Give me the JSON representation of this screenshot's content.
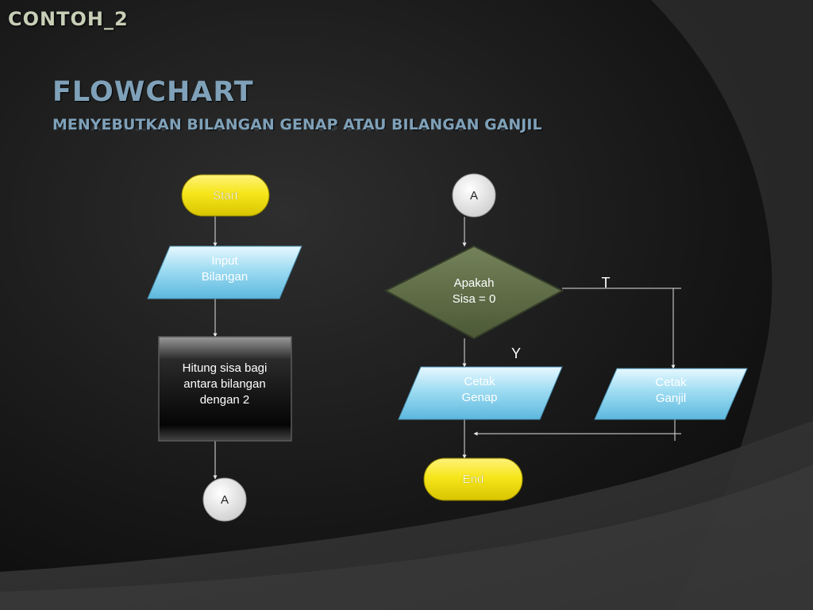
{
  "slide": {
    "corner_label": "CONTOH_2",
    "title": "FLOWCHART",
    "subtitle": "MENYEBUTKAN BILANGAN GENAP ATAU BILANGAN GANJIL"
  },
  "flowchart": {
    "start": "Start",
    "input": [
      "Input",
      "Bilangan"
    ],
    "process": [
      "Hitung sisa bagi",
      "antara bilangan",
      "dengan 2"
    ],
    "connector_out": "A",
    "connector_in": "A",
    "decision": [
      "Apakah",
      "Sisa = 0"
    ],
    "branch_false": "T",
    "branch_true": "Y",
    "output_even": [
      "Cetak",
      "Genap"
    ],
    "output_odd": [
      "Cetak",
      "Ganjil"
    ],
    "end": "End"
  },
  "colors": {
    "background": "#1e1e1e",
    "terminal": "#f5e61a",
    "io_shape": "#8fd4ee",
    "decision": "#5c6b45",
    "process": "#1c1c1c",
    "connector": "#f4f4f4",
    "title_text": "#7fa1b9"
  }
}
